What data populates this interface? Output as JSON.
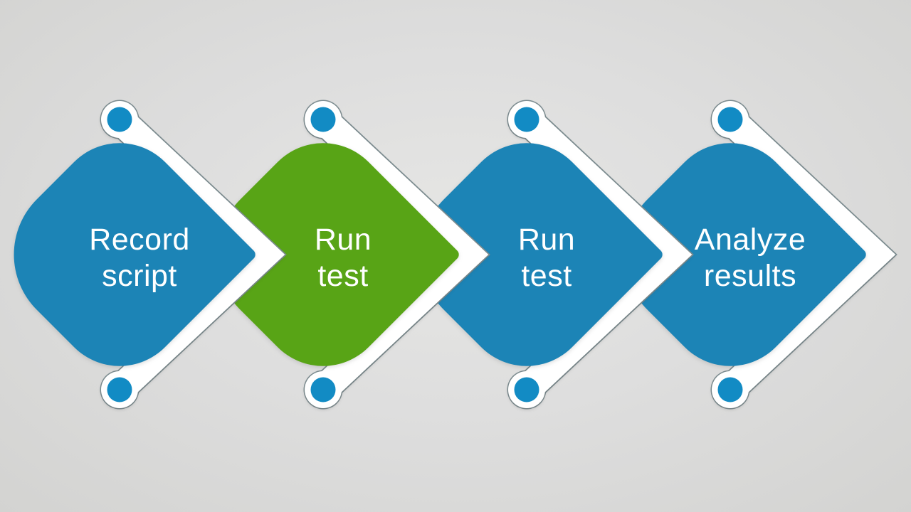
{
  "diagram": {
    "kind": "process-flow",
    "direction": "left-to-right",
    "steps": [
      {
        "label": "Record script",
        "lines": [
          "Record",
          "script"
        ],
        "color_key": "blue"
      },
      {
        "label": "Run test",
        "lines": [
          "Run",
          "test"
        ],
        "color_key": "green"
      },
      {
        "label": "Run test",
        "lines": [
          "Run",
          "test"
        ],
        "color_key": "blue"
      },
      {
        "label": "Analyze results",
        "lines": [
          "Analyze",
          "results"
        ],
        "color_key": "blue"
      }
    ]
  },
  "colors": {
    "blue": "#1c84b6",
    "green": "#58a416",
    "dot": "#128bc4",
    "band_fill": "#ffffff",
    "band_outline": "#7d8d91",
    "text": "#ffffff",
    "background": "#dedede"
  }
}
